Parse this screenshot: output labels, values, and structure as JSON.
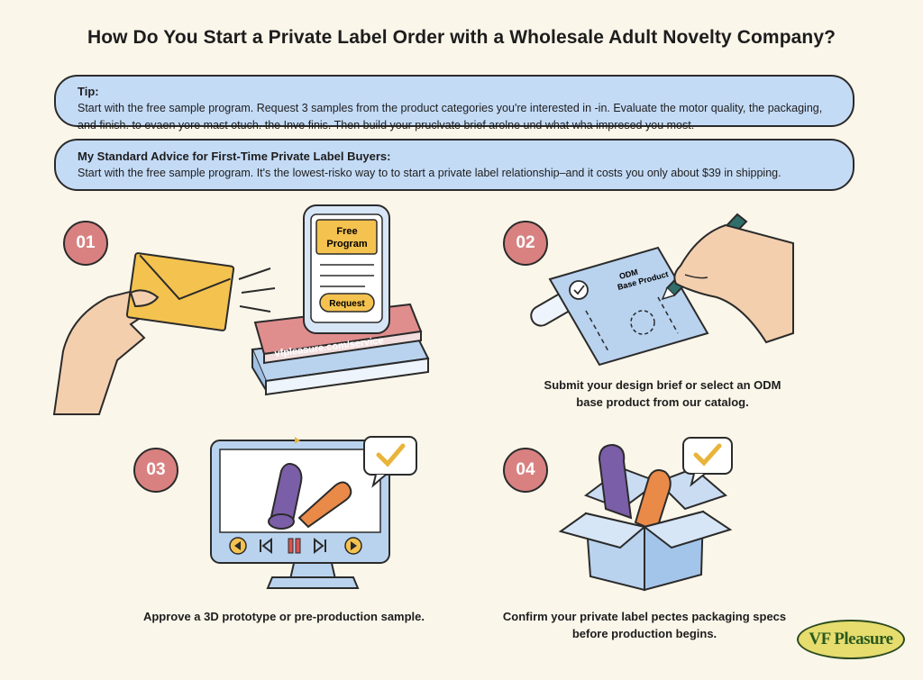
{
  "title": "How Do You Start a Private Label Order with a Wholesale Adult Novelty Company?",
  "tip": {
    "heading": "Tip:",
    "text": "Start with the free sample program. Request 3 samples from the product categories you're interested in -in. Evaluate the motor quality, the packaging, and finish. to evaen yore mast otuch. the Inve finis. Then build your pruclvate brief arolne und what wha impresed you most."
  },
  "advice": {
    "heading": "My Standard Advice for First-Time Private Label Buyers:",
    "text": "Start with the free sample program. It's the lowest-risko way to to start a private label relationship–and it costs you only about $39 in shipping."
  },
  "steps": [
    {
      "number": "01",
      "phone_title": "Free Program",
      "phone_button": "Request",
      "book_text": "vfpleasure.com/service"
    },
    {
      "number": "02",
      "doc_text": "ODM Base Product",
      "caption": "Submit your design brief or select an ODM base product from our catalog."
    },
    {
      "number": "03",
      "caption": "Approve a 3D prototype or pre-production sample."
    },
    {
      "number": "04",
      "caption": "Confirm your private label pectes packaging specs before production begins."
    }
  ],
  "logo": "VF Pleasure",
  "colors": {
    "background": "#fbf6ea",
    "box_fill": "#c4dbf6",
    "badge": "#d98181",
    "envelope": "#f4c24e",
    "purple": "#7b5ea8",
    "orange": "#e98a48",
    "check": "#e8b43a"
  }
}
